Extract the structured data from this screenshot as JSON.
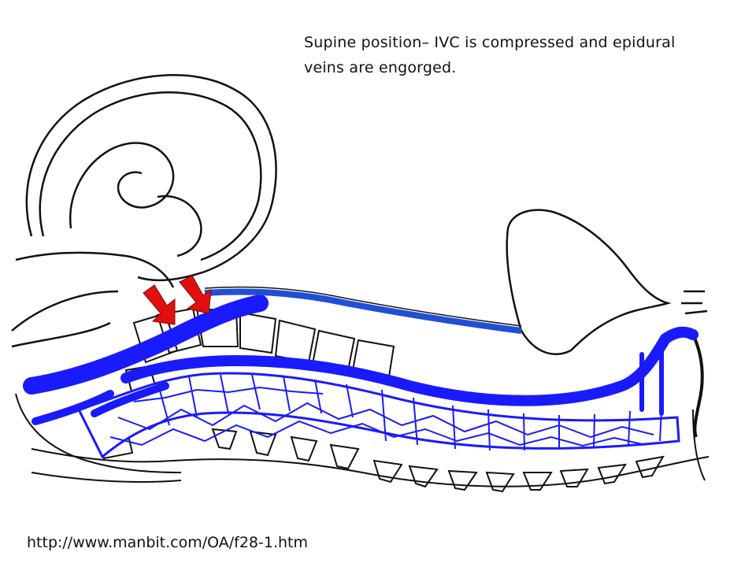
{
  "caption": {
    "line1": "Supine position– IVC is compressed and epidural",
    "line2": "veins are engorged."
  },
  "source_url": "http://www.manbit.com/OA/f28-1.htm",
  "colors": {
    "vein_blue": "#1a1aff",
    "ivc_blue": "#1f4fd6",
    "arrow_red": "#e01010",
    "outline": "#111111"
  }
}
